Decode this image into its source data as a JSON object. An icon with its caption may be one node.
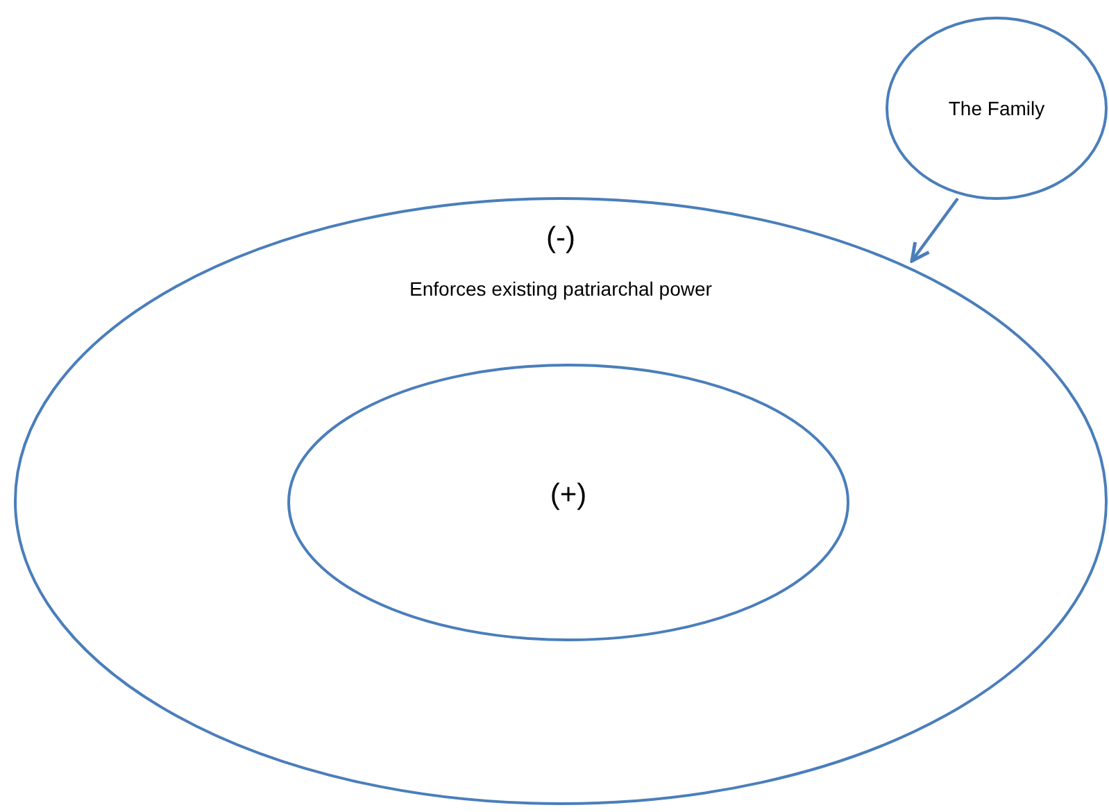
{
  "diagram": {
    "nodes": [
      {
        "text": [
          "The Family"
        ]
      },
      {
        "text": [
          "(-)",
          "Enforces existing patriarchal power"
        ]
      },
      {
        "text": [
          "(+)"
        ],
        "in": 1
      }
    ],
    "edges": [
      {
        "from": 0,
        "to": 1,
        "arrow": "to"
      }
    ]
  }
}
